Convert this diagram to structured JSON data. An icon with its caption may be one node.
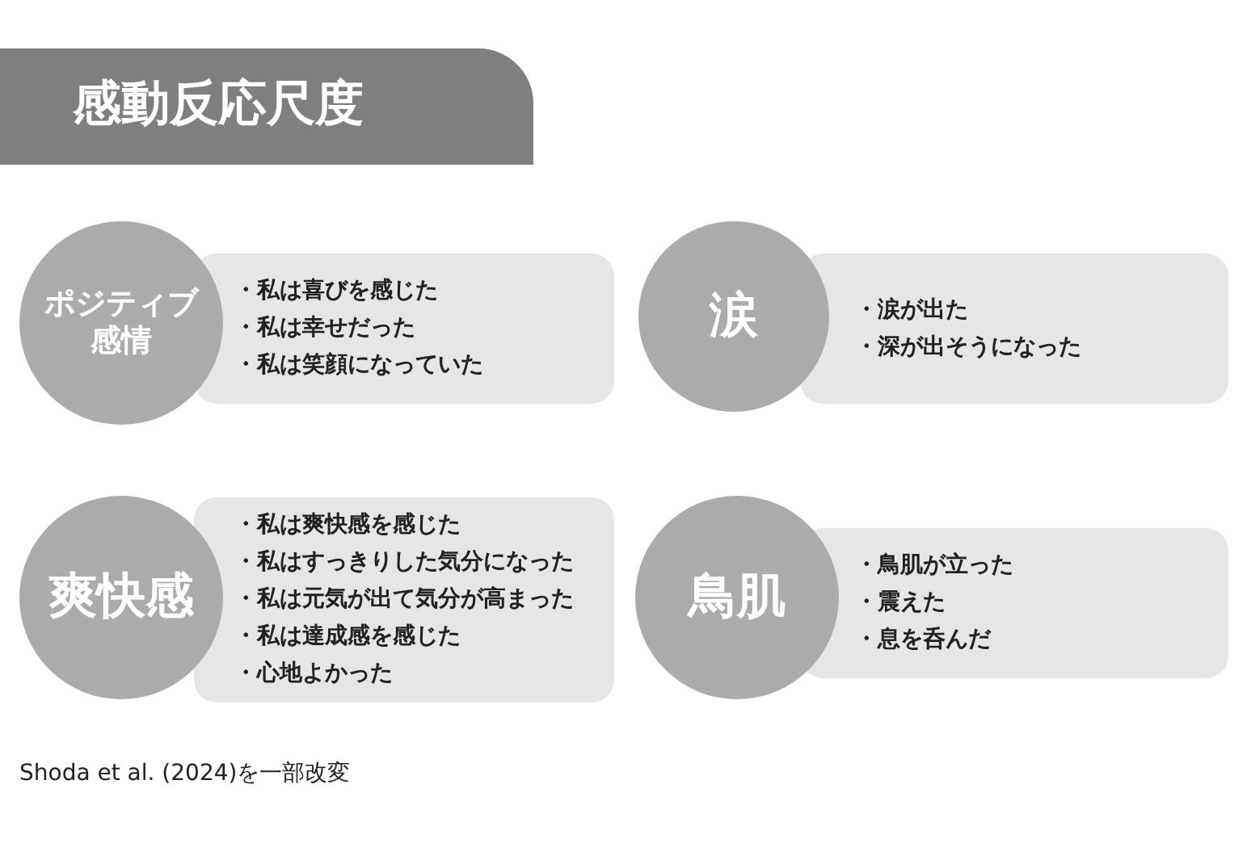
{
  "diagram": {
    "title": "感動反応尺度",
    "caption": "Shoda et al. (2024)を一部改変",
    "nodes": [
      {
        "text": [
          "ポジティブ感情"
        ]
      },
      {
        "text": [
          "・私は喜びを感じた",
          "・私は幸せだった",
          "・私は笑顔になっていた"
        ]
      },
      {
        "text": [
          "涙"
        ]
      },
      {
        "text": [
          "・涙が出た",
          "・深が出そうになった"
        ]
      },
      {
        "text": [
          "爽快感"
        ]
      },
      {
        "text": [
          "・私は爽快感を感じた",
          "・私はすっきりした気分になった",
          "・私は元気が出て気分が高まった",
          "・私は達成感を感じた",
          "・心地よかった"
        ]
      },
      {
        "text": [
          "鳥肌"
        ]
      },
      {
        "text": [
          "・鳥肌が立った",
          "・震えた",
          "・息を呑んだ"
        ]
      }
    ]
  }
}
